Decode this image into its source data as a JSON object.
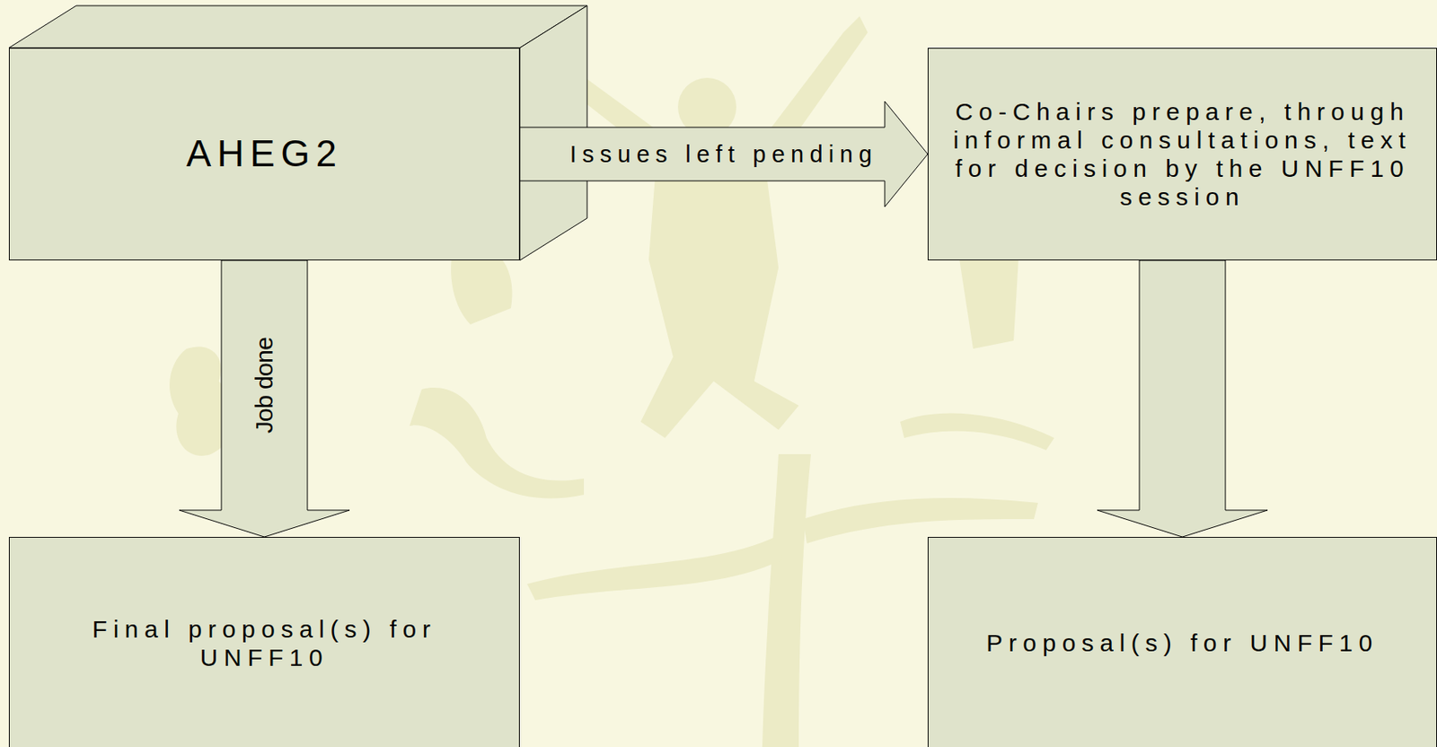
{
  "diagram": {
    "nodes": [
      {
        "text": [
          "AHEG2"
        ]
      },
      {
        "text": [
          "Co-Chairs prepare, through informal consultations, text for decision by the UNFF10 session"
        ]
      },
      {
        "text": [
          "Final proposal(s) for UNFF10"
        ]
      },
      {
        "text": [
          "Proposal(s) for UNFF10"
        ]
      }
    ],
    "edges": [
      {
        "from": 0,
        "to": 1,
        "label": "Issues left pending",
        "arrow": "to"
      },
      {
        "from": 0,
        "to": 2,
        "label": "Job done",
        "arrow": "to"
      },
      {
        "from": 1,
        "to": 3,
        "arrow": "to"
      }
    ]
  }
}
